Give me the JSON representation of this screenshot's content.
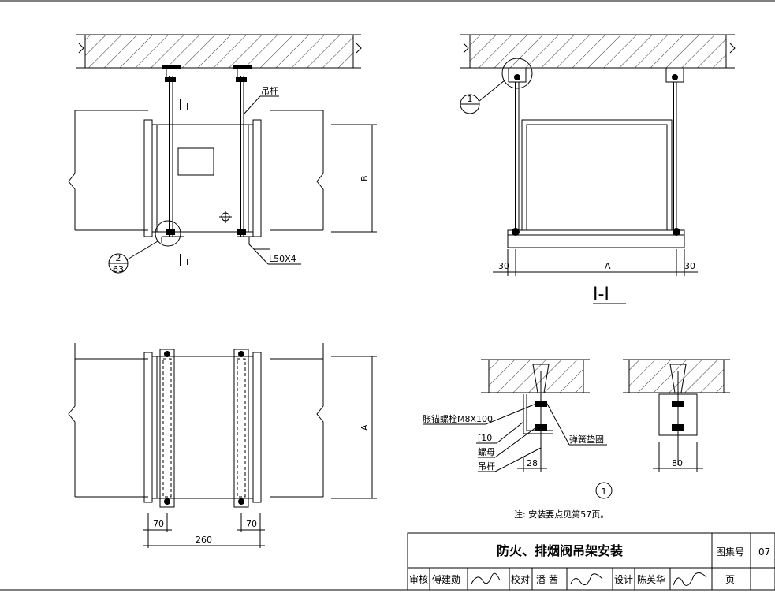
{
  "labels": {
    "section_mark": "I",
    "hanger_rod": "吊杆",
    "angle_steel": "L50X4",
    "dim_B": "B",
    "dim_A": "A",
    "detail_ref_top": "2",
    "detail_ref_bottom": "63",
    "detail_1_top": "1",
    "detail_1_bottom": "—",
    "dim_30": "30",
    "section_title": "I-I",
    "dim_70": "70",
    "dim_260": "260",
    "anchor_bolt": "胀锚螺栓M8X100",
    "channel": "[10",
    "spring_washer": "弹簧垫圈",
    "nut": "螺母",
    "rod": "吊杆",
    "dim_28": "28",
    "dim_80": "80",
    "detail_circle": "1",
    "note": "注:  安装要点见第57页。"
  },
  "title_block": {
    "title": "防火、排烟阀吊架安装",
    "atlas_no_label": "图集号",
    "atlas_no_value": "07",
    "page_label": "页",
    "review_label": "审核",
    "review_name": "傅建勋",
    "check_label": "校对",
    "check_name": "潘 茜",
    "design_label": "设计",
    "design_name": "陈英华"
  }
}
